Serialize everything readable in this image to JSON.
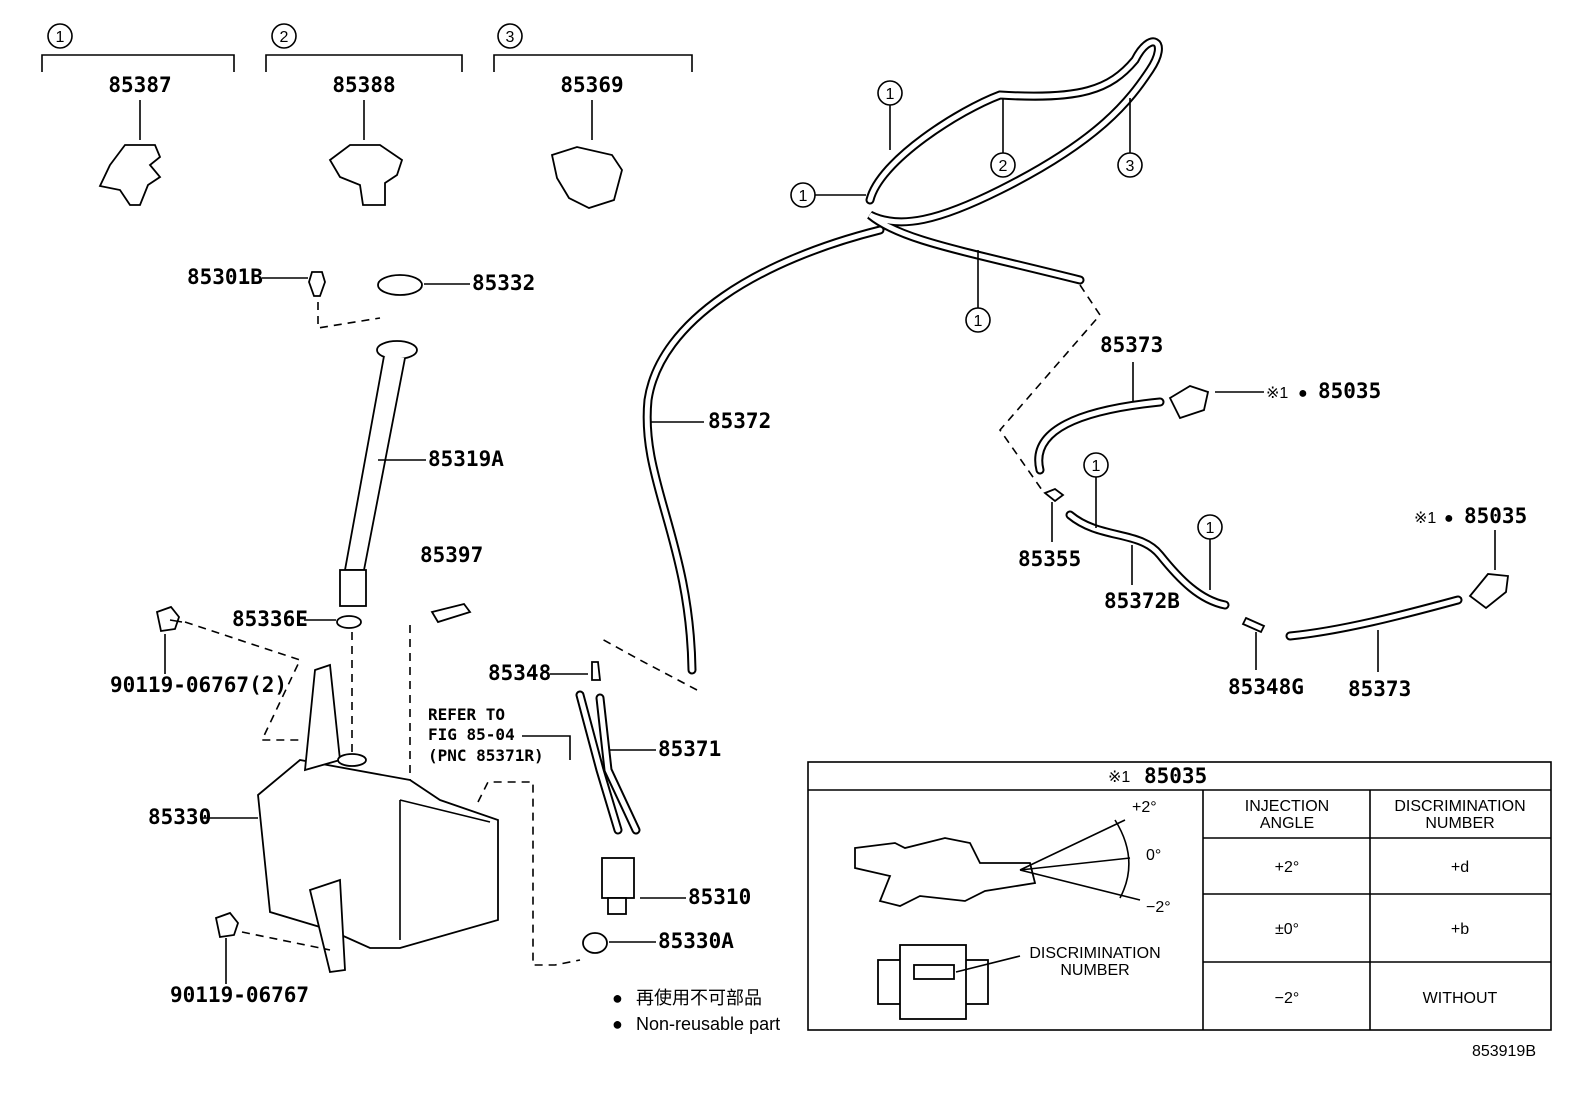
{
  "clip_groups": [
    {
      "num": "1",
      "part": "85387"
    },
    {
      "num": "2",
      "part": "85388"
    },
    {
      "num": "3",
      "part": "85369"
    }
  ],
  "labels": {
    "p85301B": "85301B",
    "p85332": "85332",
    "p85319A": "85319A",
    "p85397": "85397",
    "p85336E": "85336E",
    "p90119_2": "90119-06767(2)",
    "p85330": "85330",
    "p90119": "90119-06767",
    "p85372": "85372",
    "p85348": "85348",
    "p85371": "85371",
    "p85310": "85310",
    "p85330A": "85330A",
    "p85373a": "85373",
    "p85035a": "85035",
    "p85355": "85355",
    "p85372B": "85372B",
    "p85035b": "85035",
    "p85348G": "85348G",
    "p85373b": "85373"
  },
  "hose_clip_markers": [
    "1",
    "1",
    "2",
    "3",
    "1",
    "1",
    "1"
  ],
  "mark_symbol": "※1",
  "nonreusable_symbol": "●",
  "refer_note": [
    "REFER TO",
    "FIG 85-04",
    "(PNC 85371R)"
  ],
  "legend": {
    "jp": "再使用不可部品",
    "en": "Non-reusable part"
  },
  "table": {
    "title_mark": "※1",
    "title_part": "85035",
    "col1_header": [
      "INJECTION",
      "ANGLE"
    ],
    "col2_header": [
      "DISCRIMINATION",
      "NUMBER"
    ],
    "rows": [
      {
        "angle": "+2°",
        "number": "+d"
      },
      {
        "angle": "±0°",
        "number": "+b"
      },
      {
        "angle": "−2°",
        "number": "WITHOUT"
      }
    ],
    "angle_marks": [
      "+2°",
      "0°",
      "−2°"
    ],
    "callout": [
      "DISCRIMINATION",
      "NUMBER"
    ]
  },
  "figure_id": "853919B"
}
